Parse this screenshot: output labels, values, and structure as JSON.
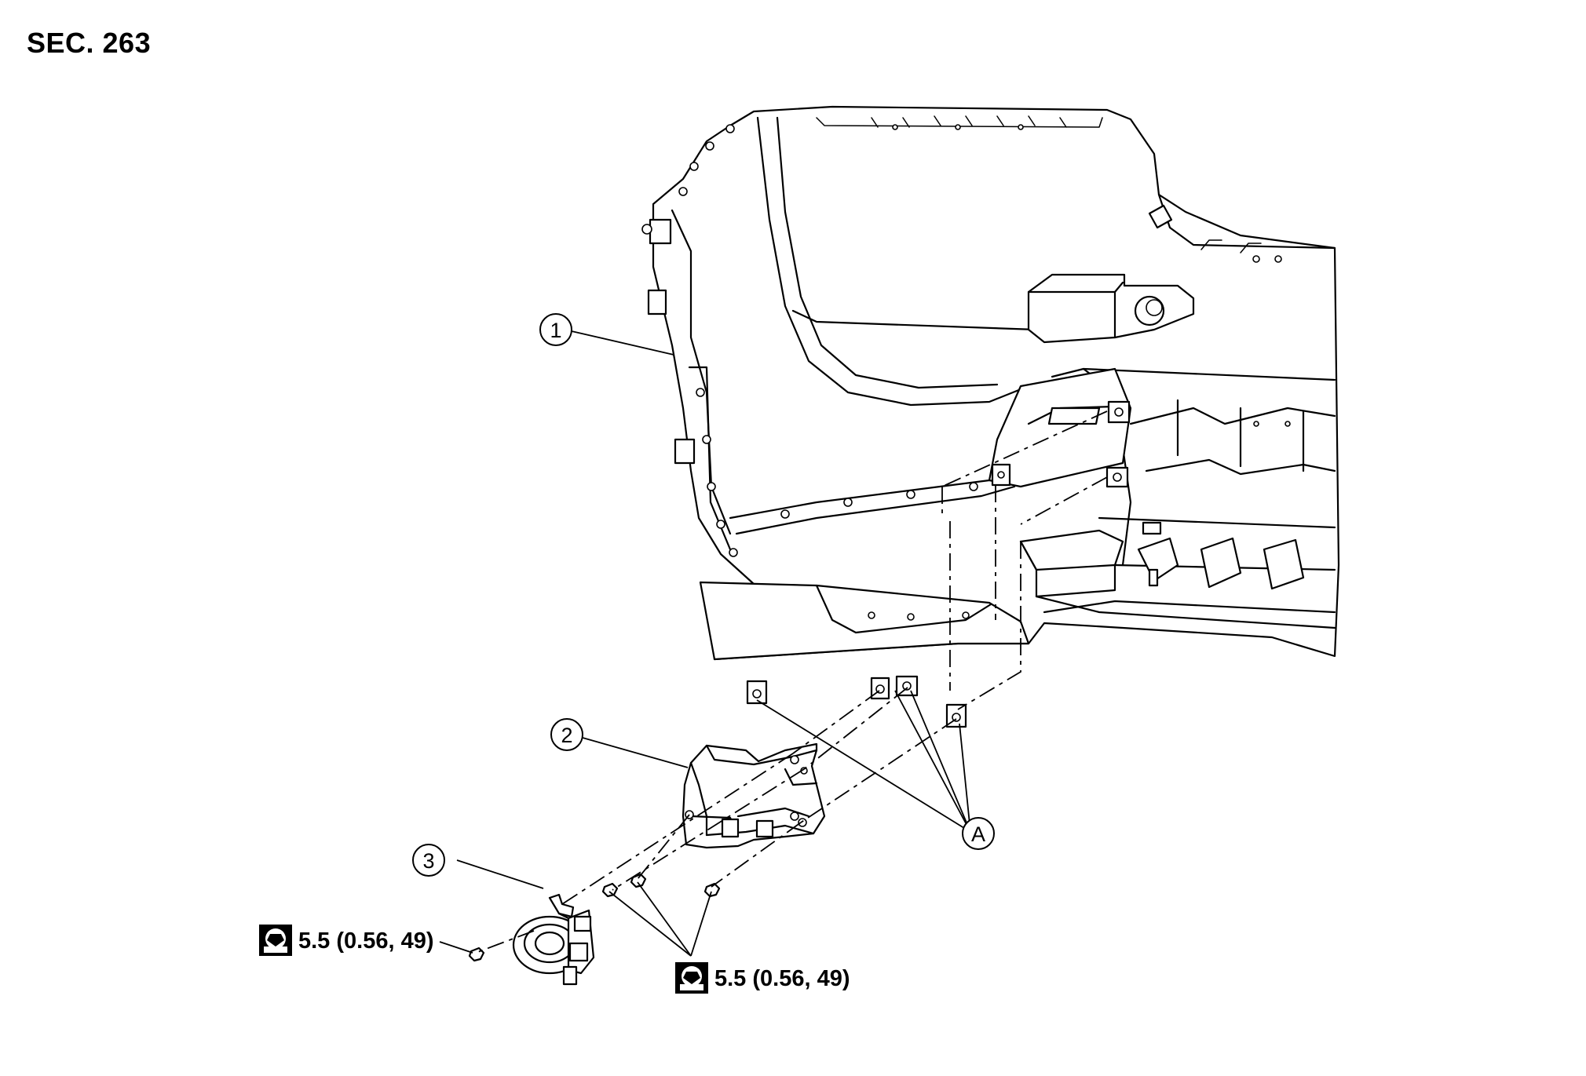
{
  "section": {
    "title": "SEC. 263"
  },
  "callouts": {
    "bumper": "1",
    "bracket": "2",
    "fog_lamp": "3",
    "clips": "A"
  },
  "torque": {
    "left_spec": "5.5 (0.56, 49)",
    "bottom_spec": "5.5 (0.56, 49)",
    "icon": "torque-wrench-icon"
  },
  "colors": {
    "line": "#000000",
    "background": "#ffffff"
  }
}
